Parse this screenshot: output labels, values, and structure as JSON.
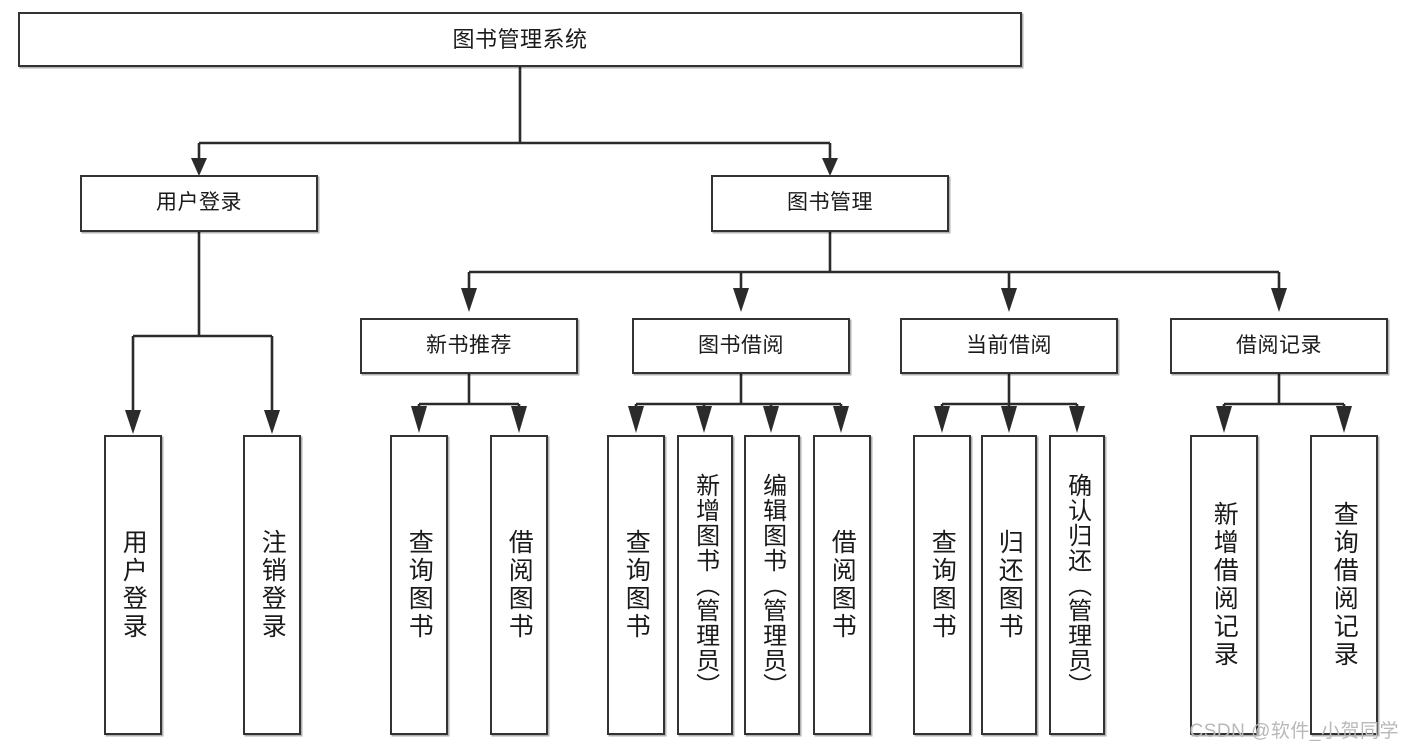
{
  "diagram": {
    "type": "tree",
    "title": "图书管理系统",
    "watermark": "CSDN @软件_小贺同学",
    "colors": {
      "background": "#ffffff",
      "box_border": "#333333",
      "connector": "#2b2b2b",
      "text": "#1a1a1a",
      "watermark": "#b9b9b9"
    },
    "nodes": {
      "root": {
        "label": "图书管理系统",
        "level": 0
      },
      "l1": [
        {
          "id": "user-login",
          "label": "用户登录",
          "level": 1
        },
        {
          "id": "book-manage",
          "label": "图书管理",
          "level": 1
        }
      ],
      "l2": [
        {
          "id": "new-book-recommend",
          "label": "新书推荐",
          "level": 2,
          "parent": "book-manage"
        },
        {
          "id": "book-borrow",
          "label": "图书借阅",
          "level": 2,
          "parent": "book-manage"
        },
        {
          "id": "current-borrow",
          "label": "当前借阅",
          "level": 2,
          "parent": "book-manage"
        },
        {
          "id": "borrow-record",
          "label": "借阅记录",
          "level": 2,
          "parent": "book-manage"
        }
      ],
      "leaves": [
        {
          "id": "leaf-user-login",
          "label": "用户登录",
          "parent": "user-login"
        },
        {
          "id": "leaf-user-logout",
          "label": "注销登录",
          "parent": "user-login"
        },
        {
          "id": "leaf-query-book-1",
          "label": "查询图书",
          "parent": "new-book-recommend"
        },
        {
          "id": "leaf-borrow-book-1",
          "label": "借阅图书",
          "parent": "new-book-recommend"
        },
        {
          "id": "leaf-query-book-2",
          "label": "查询图书",
          "parent": "book-borrow"
        },
        {
          "id": "leaf-add-book",
          "label": "新增图书（管理员）",
          "parent": "book-borrow"
        },
        {
          "id": "leaf-edit-book",
          "label": "编辑图书（管理员）",
          "parent": "book-borrow"
        },
        {
          "id": "leaf-borrow-book-2",
          "label": "借阅图书",
          "parent": "book-borrow"
        },
        {
          "id": "leaf-query-book-3",
          "label": "查询图书",
          "parent": "current-borrow"
        },
        {
          "id": "leaf-return-book",
          "label": "归还图书",
          "parent": "current-borrow"
        },
        {
          "id": "leaf-confirm-return",
          "label": "确认归还（管理员）",
          "parent": "current-borrow"
        },
        {
          "id": "leaf-add-record",
          "label": "新增借阅记录",
          "parent": "borrow-record"
        },
        {
          "id": "leaf-query-record",
          "label": "查询借阅记录",
          "parent": "borrow-record"
        }
      ]
    }
  }
}
